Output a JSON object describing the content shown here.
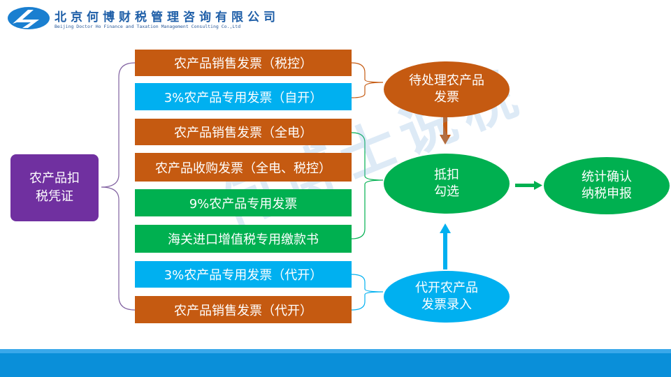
{
  "header": {
    "company_cn": "北京何博财税管理咨询有限公司",
    "company_en": "Beijing Doctor Ho Finance and Taxation Management Consulting Co.,Ltd",
    "watermark": "何博士说税"
  },
  "source": {
    "label": "农产品扣税凭证"
  },
  "items": [
    {
      "label": "农产品销售发票（税控）",
      "color": "#c55a11"
    },
    {
      "label": "3%农产品专用发票（自开）",
      "color": "#00b0f0"
    },
    {
      "label": "农产品销售发票（全电）",
      "color": "#c55a11"
    },
    {
      "label": "农产品收购发票（全电、税控）",
      "color": "#c55a11"
    },
    {
      "label": "9%农产品专用发票",
      "color": "#00b050"
    },
    {
      "label": "海关进口增值税专用缴款书",
      "color": "#00b050"
    },
    {
      "label": "3%农产品专用发票（代开）",
      "color": "#00b0f0"
    },
    {
      "label": "农产品销售发票（代开）",
      "color": "#c55a11"
    }
  ],
  "nodes": {
    "pending": "待处理农产品发票",
    "deduct": "抵扣勾选",
    "declare": "统计确认纳税申报",
    "agent": "代开农产品发票录入"
  },
  "colors": {
    "orange": "#c55a11",
    "blue": "#00b0f0",
    "green": "#00b050",
    "purple": "#7030a0",
    "footer": "#0a8fd9"
  }
}
